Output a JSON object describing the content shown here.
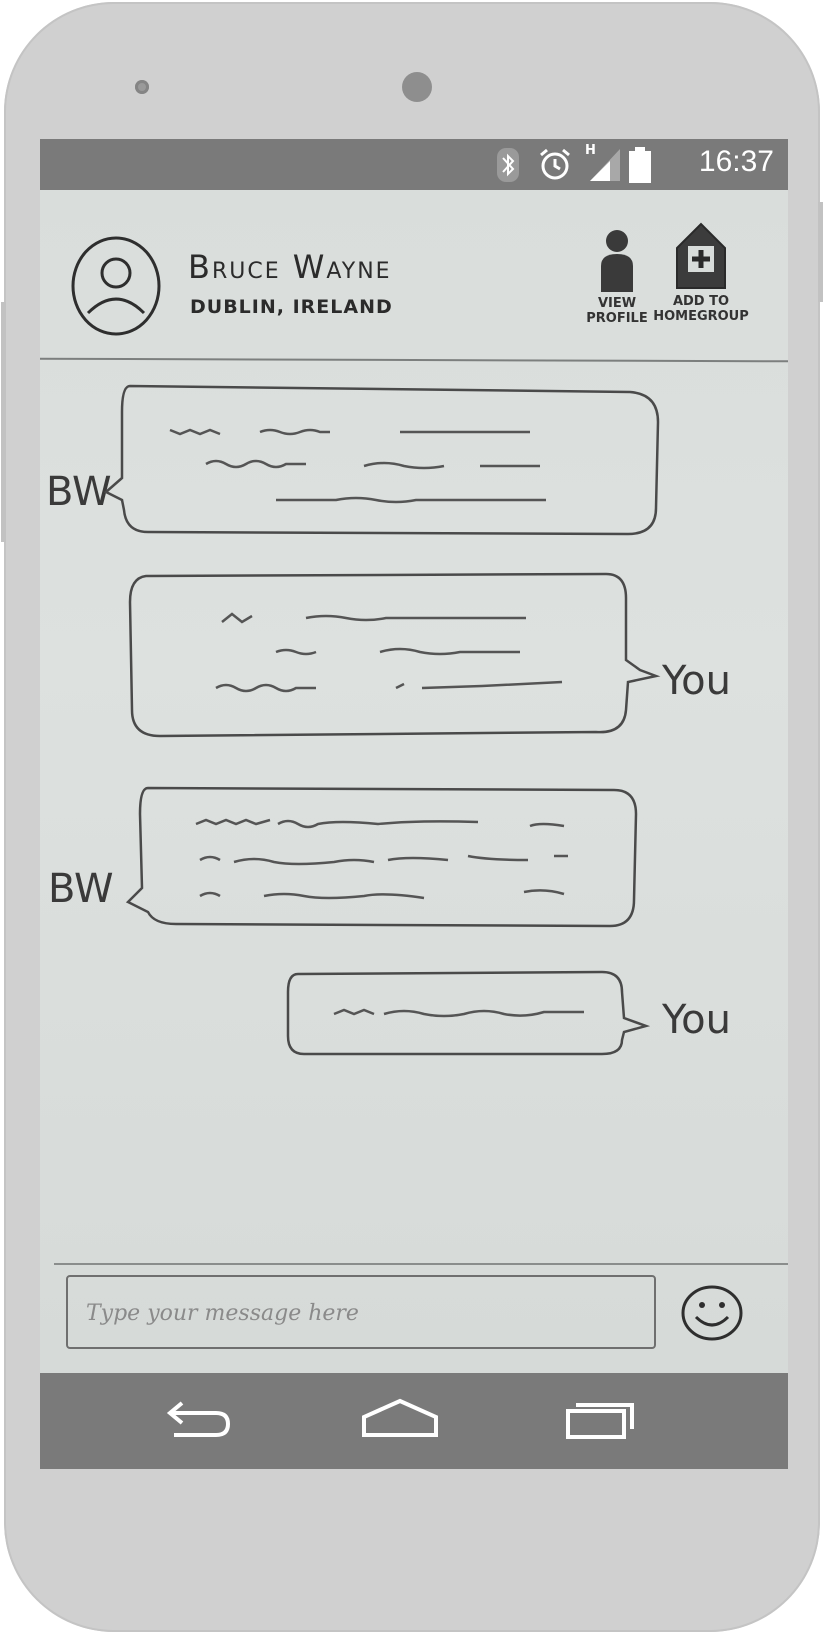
{
  "status_bar": {
    "time": "16:37",
    "icons": [
      "bluetooth-icon",
      "alarm-icon",
      "signal-icon",
      "battery-icon"
    ],
    "network_label": "H"
  },
  "header": {
    "name": "Bruce Wayne",
    "location": "DUBLIN, IRELAND",
    "avatar_icon": "user-avatar-icon",
    "view_profile_label": "VIEW PROFILE",
    "add_to_homegroup_label": "ADD TO HOMEGROUP"
  },
  "messages": [
    {
      "sender": "BW",
      "side": "left",
      "lines": 3
    },
    {
      "sender": "You",
      "side": "right",
      "lines": 3
    },
    {
      "sender": "BW",
      "side": "left",
      "lines": 3
    },
    {
      "sender": "You",
      "side": "right",
      "lines": 1
    }
  ],
  "composer": {
    "placeholder": "Type your message here",
    "emoji_icon": "smiley-icon"
  },
  "nav_bar": {
    "icons": [
      "back-icon",
      "home-icon",
      "recents-icon"
    ]
  },
  "colors": {
    "bars": "#7a7a7a",
    "paper": "#dcdfdd",
    "pencil": "#3a3a3a",
    "phone_body": "#d0d0d0"
  }
}
